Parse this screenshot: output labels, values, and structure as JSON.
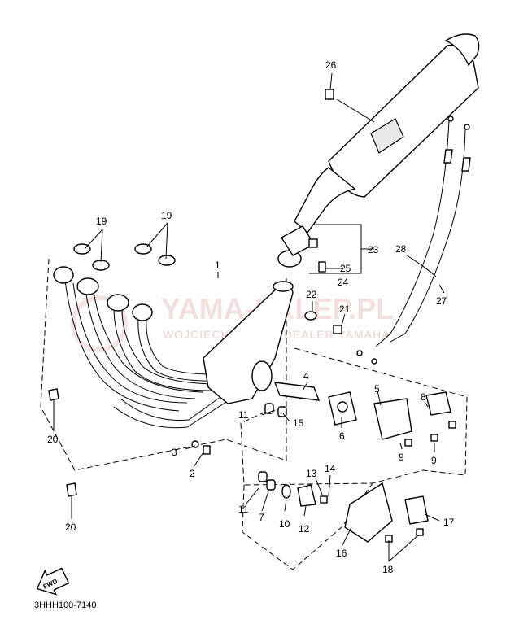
{
  "diagram_code": "3HHH100-7140",
  "fwd_label": "FWD",
  "watermark": {
    "main": "YAMA-SKLEP.PL",
    "sub": "WOJCIECHOWICZ | DEALER YAMAHA"
  },
  "callouts": [
    {
      "id": "c1",
      "text": "1"
    },
    {
      "id": "c2",
      "text": "2"
    },
    {
      "id": "c3",
      "text": "3"
    },
    {
      "id": "c4",
      "text": "4"
    },
    {
      "id": "c5",
      "text": "5"
    },
    {
      "id": "c6",
      "text": "6"
    },
    {
      "id": "c7",
      "text": "7"
    },
    {
      "id": "c8",
      "text": "8"
    },
    {
      "id": "c9a",
      "text": "9"
    },
    {
      "id": "c9b",
      "text": "9"
    },
    {
      "id": "c10",
      "text": "10"
    },
    {
      "id": "c11a",
      "text": "11"
    },
    {
      "id": "c11b",
      "text": "11"
    },
    {
      "id": "c12",
      "text": "12"
    },
    {
      "id": "c13",
      "text": "13"
    },
    {
      "id": "c14",
      "text": "14"
    },
    {
      "id": "c15",
      "text": "15"
    },
    {
      "id": "c16",
      "text": "16"
    },
    {
      "id": "c17",
      "text": "17"
    },
    {
      "id": "c18",
      "text": "18"
    },
    {
      "id": "c19a",
      "text": "19"
    },
    {
      "id": "c19b",
      "text": "19"
    },
    {
      "id": "c20a",
      "text": "20"
    },
    {
      "id": "c20b",
      "text": "20"
    },
    {
      "id": "c21",
      "text": "21"
    },
    {
      "id": "c22",
      "text": "22"
    },
    {
      "id": "c23",
      "text": "23"
    },
    {
      "id": "c24",
      "text": "24"
    },
    {
      "id": "c25",
      "text": "25"
    },
    {
      "id": "c26",
      "text": "26"
    },
    {
      "id": "c27",
      "text": "27"
    },
    {
      "id": "c28",
      "text": "28"
    }
  ]
}
